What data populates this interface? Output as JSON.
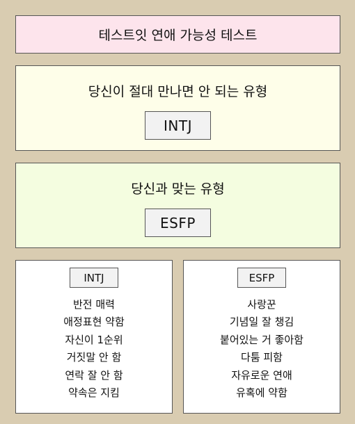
{
  "header": {
    "title": "테스트잇 연애 가능성 테스트"
  },
  "worst_match": {
    "heading": "당신이 절대 만나면 안 되는 유형",
    "type": "INTJ"
  },
  "best_match": {
    "heading": "당신과 맞는 유형",
    "type": "ESFP"
  },
  "cards": {
    "left": {
      "type": "INTJ",
      "traits": [
        "반전 매력",
        "애정표현 약함",
        "자신이 1순위",
        "거짓말 안 함",
        "연락 잘 안 함",
        "약속은 지킴"
      ]
    },
    "right": {
      "type": "ESFP",
      "traits": [
        "사랑꾼",
        "기념일 잘 챙김",
        "붙어있는 거 좋아함",
        "다툼 피함",
        "자유로운 연애",
        "유혹에 약함"
      ]
    }
  },
  "colors": {
    "background": "#d9ccb1",
    "header_bg": "#fde4ec",
    "worst_panel_bg": "#fefee9",
    "best_panel_bg": "#f4fde0",
    "card_bg": "#ffffff",
    "pill_bg": "#f2f2f2"
  }
}
